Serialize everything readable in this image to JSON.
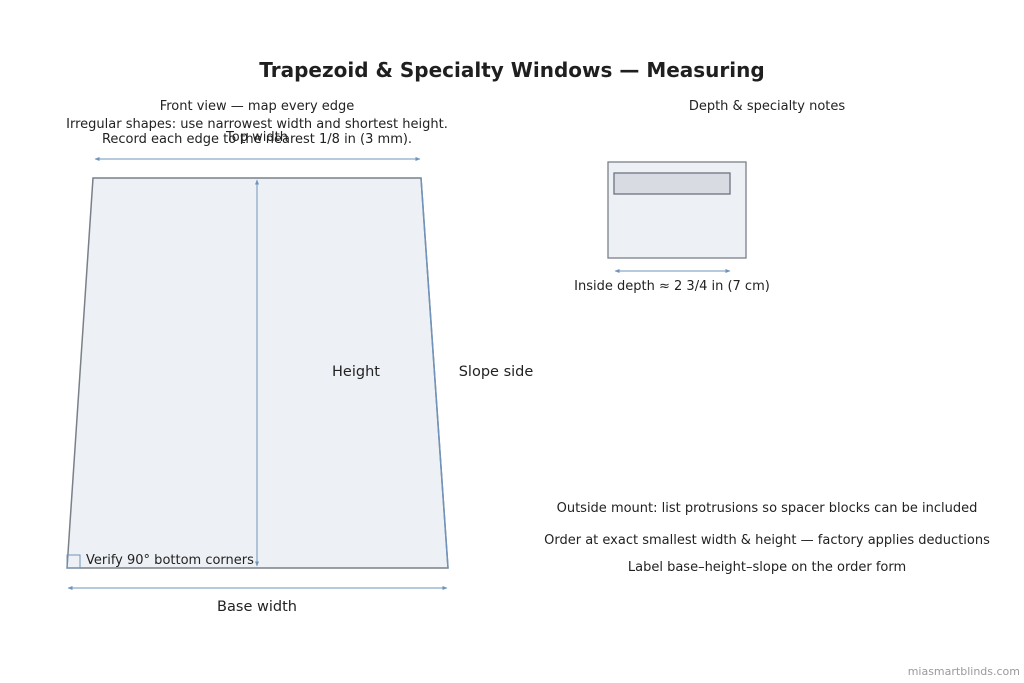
{
  "title": "Trapezoid & Specialty Windows — Measuring",
  "front_view": {
    "heading": "Front view — map every edge",
    "note_line1": "Irregular shapes: use narrowest width and shortest height.",
    "note_line2": "Record each edge to the nearest 1/8 in (3 mm).",
    "top_width_label": "Top width",
    "height_label": "Height",
    "slope_label": "Slope side",
    "base_width_label": "Base width",
    "corner_label": "Verify 90° bottom corners"
  },
  "depth_panel": {
    "heading": "Depth & specialty notes",
    "depth_label": "Inside depth ≈ 2 3/4 in (7 cm)"
  },
  "notes": [
    "Outside mount: list protrusions so spacer blocks can be included",
    "Order at exact smallest width & height — factory applies deductions",
    "Label base–height–slope on the order form"
  ],
  "watermark": "miasmartblinds.com",
  "colors": {
    "shape_fill": "#edf1f5",
    "shape_stroke": "#7a8088",
    "dimension_line": "#6f93bb",
    "slope_edge": "#6f93bb"
  }
}
